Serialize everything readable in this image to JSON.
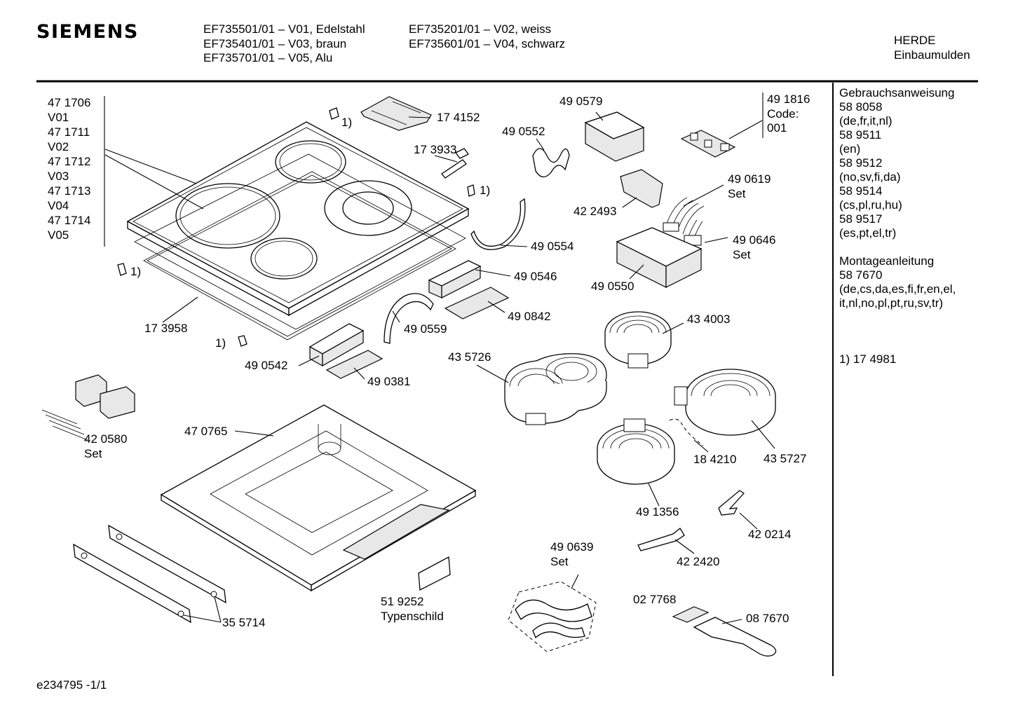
{
  "header": {
    "brand": "SIEMENS",
    "models_col1": [
      "EF735501/01 – V01, Edelstahl",
      "EF735401/01 – V03, braun",
      "EF735701/01 – V05, Alu"
    ],
    "models_col2": [
      "EF735201/01 – V02, weiss",
      "EF735601/01 – V04, schwarz"
    ],
    "category": [
      "HERDE",
      "Einbaumulden"
    ]
  },
  "variant_list": [
    "47 1706",
    "V01",
    "47 1711",
    "V02",
    "47 1712",
    "V03",
    "47 1713",
    "V04",
    "47 1714",
    "V05"
  ],
  "labels": {
    "p174152": "17 4152",
    "p490579": "49 0579",
    "p491816": [
      "49 1816",
      "Code:",
      "001"
    ],
    "p490552": "49 0552",
    "p173933": "17 3933",
    "fn_a": "1)",
    "fn_b": "1)",
    "fn_c": "1)",
    "fn_d": "1)",
    "p490619": [
      "49 0619",
      "Set"
    ],
    "p422493": "42 2493",
    "p490554": "49 0554",
    "p490646": [
      "49 0646",
      "Set"
    ],
    "p490546": "49 0546",
    "p490550": "49 0550",
    "p490842": "49 0842",
    "p173958": "17 3958",
    "p490559": "49 0559",
    "p434003": "43 4003",
    "p490542": "49 0542",
    "p435726": "43 5726",
    "p490381": "49 0381",
    "p420580": [
      "42 0580",
      "Set"
    ],
    "p470765": "47 0765",
    "p184210": "18 4210",
    "p435727": "43 5727",
    "p491356": "49 1356",
    "p420214": "42 0214",
    "p490639": [
      "49 0639",
      "Set"
    ],
    "p422420": "42 2420",
    "p519252": [
      "51 9252",
      "Typenschild"
    ],
    "p027768": "02 7768",
    "p087670": "08 7670",
    "p355714": "35 5714"
  },
  "docs": {
    "usage_title": "Gebrauchsanweisung",
    "usage": [
      "58 8058",
      "(de,fr,it,nl)",
      "58 9511",
      "(en)",
      "58 9512",
      "(no,sv,fi,da)",
      "58 9514",
      "(cs,pl,ru,hu)",
      "58 9517",
      "(es,pt,el,tr)"
    ],
    "install_title": "Montageanleitung",
    "install": [
      "58 7670",
      "(de,cs,da,es,fi,fr,en,el,",
      "it,nl,no,pl,pt,ru,sv,tr)"
    ],
    "footnote": "1) 17 4981"
  },
  "footer": {
    "code": "e234795 -1/1"
  }
}
